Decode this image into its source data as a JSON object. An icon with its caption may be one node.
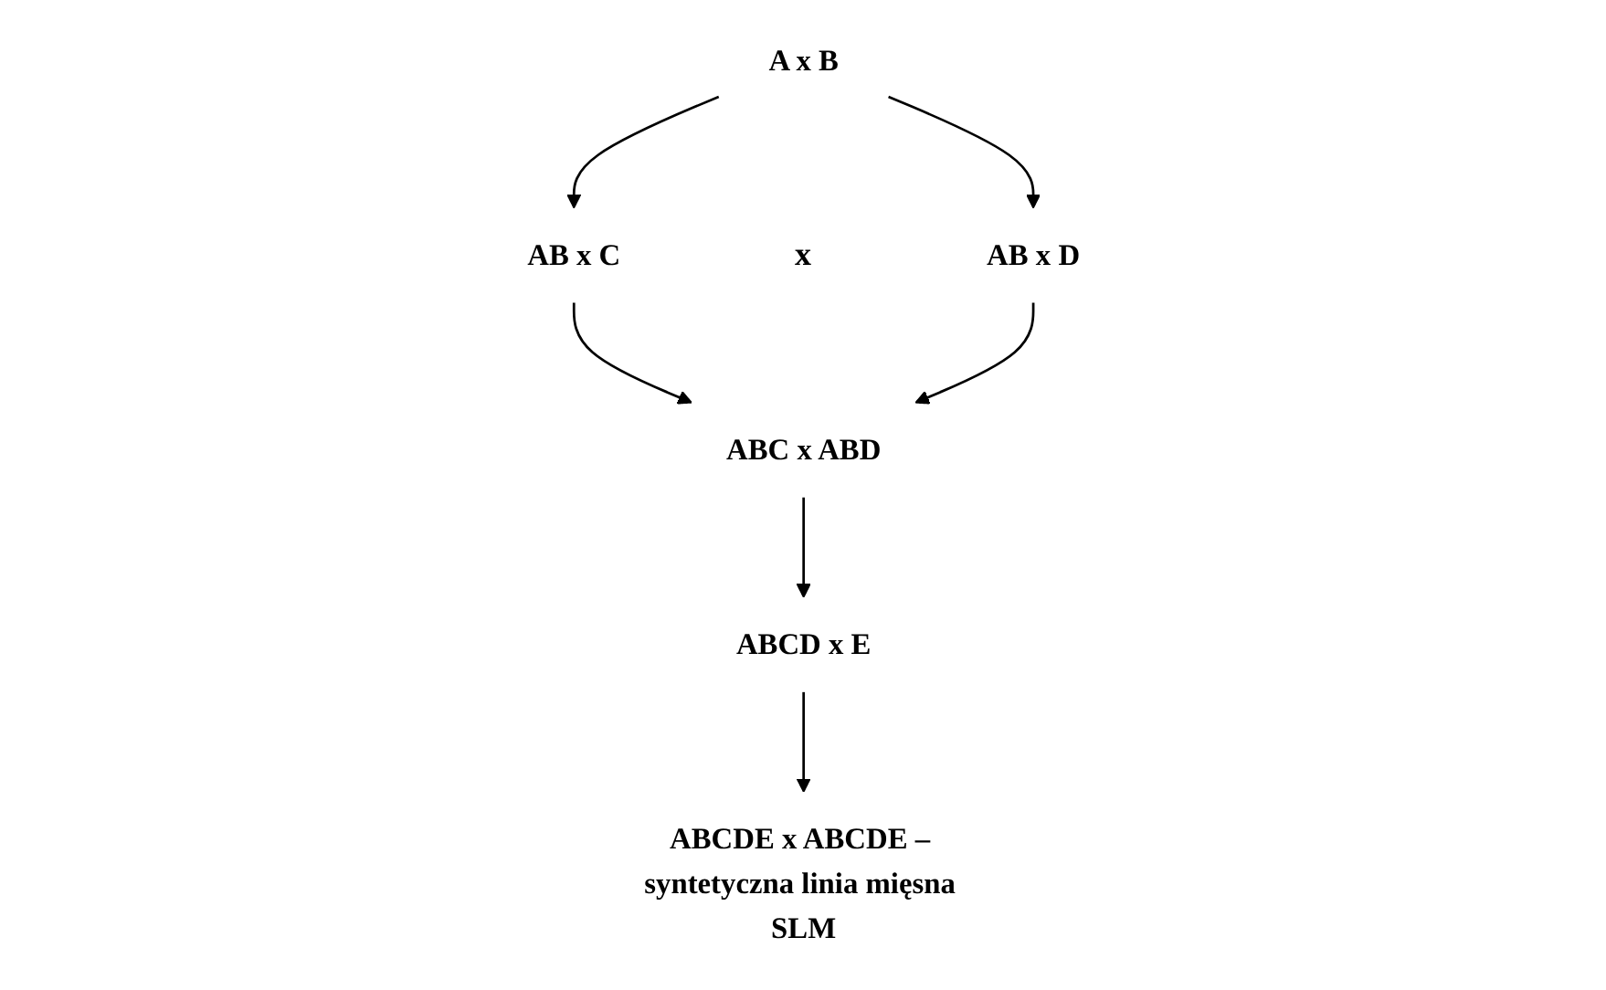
{
  "diagram": {
    "nodes": [
      {
        "text": [
          "A x B"
        ]
      },
      {
        "text": [
          "AB x C"
        ]
      },
      {
        "text": [
          "AB x D"
        ]
      },
      {
        "text": [
          "ABC x ABD"
        ]
      },
      {
        "text": [
          "ABCD x E"
        ]
      },
      {
        "text": [
          "ABCDE x ABCDE – syntetyczna linia mięsna SLM"
        ]
      }
    ],
    "edges": [
      {
        "from": 0,
        "to": 1,
        "arrow": "to"
      },
      {
        "from": 0,
        "to": 2,
        "arrow": "to"
      },
      {
        "from": 1,
        "to": 3,
        "arrow": "to"
      },
      {
        "from": 2,
        "to": 3,
        "arrow": "to"
      },
      {
        "from": 3,
        "to": 4,
        "arrow": "to"
      },
      {
        "from": 4,
        "to": 5,
        "arrow": "to"
      }
    ],
    "labels": [
      "x"
    ]
  }
}
